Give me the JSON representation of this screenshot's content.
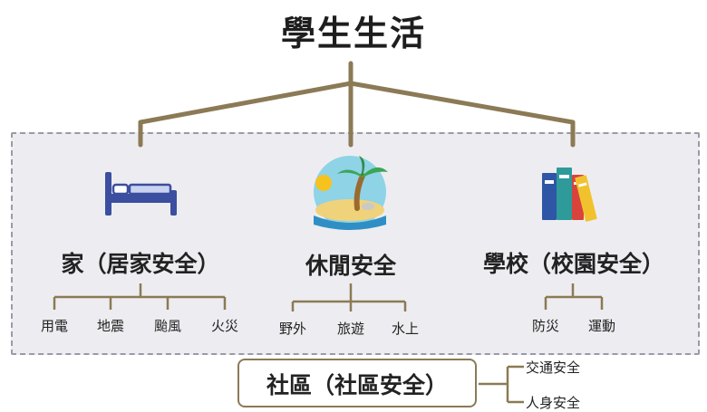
{
  "title": "學生生活",
  "categories": [
    {
      "id": "home",
      "label": "家（居家安全）",
      "icon": "bed-icon",
      "items": [
        "用電",
        "地震",
        "颱風",
        "火災"
      ]
    },
    {
      "id": "leisure",
      "label": "休閒安全",
      "icon": "palm-island-icon",
      "items": [
        "野外",
        "旅遊",
        "水上"
      ]
    },
    {
      "id": "school",
      "label": "學校（校園安全）",
      "icon": "books-icon",
      "items": [
        "防災",
        "運動"
      ]
    }
  ],
  "community": {
    "label": "社區（社區安全）",
    "items": [
      "交通安全",
      "人身安全"
    ]
  },
  "colors": {
    "connector": "#8b7a55",
    "panel_bg": "#ededf1",
    "panel_border": "#9a9aa8"
  }
}
